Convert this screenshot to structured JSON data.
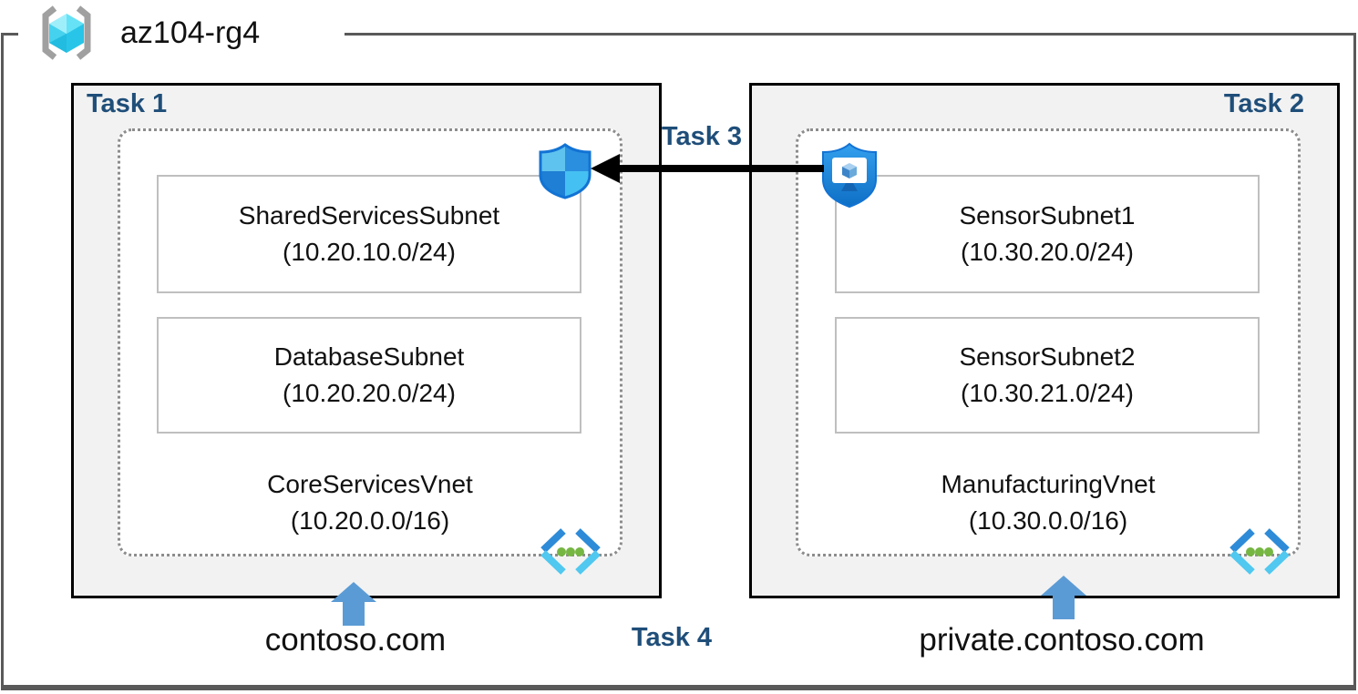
{
  "resource_group": {
    "name": "az104-rg4"
  },
  "tasks": {
    "task1": "Task 1",
    "task2": "Task 2",
    "task3": "Task 3",
    "task4": "Task 4"
  },
  "left_vnet": {
    "name": "CoreServicesVnet",
    "cidr": "(10.20.0.0/16)",
    "subnets": [
      {
        "name": "SharedServicesSubnet",
        "cidr": "(10.20.10.0/24)"
      },
      {
        "name": "DatabaseSubnet",
        "cidr": "(10.20.20.0/24)"
      }
    ],
    "domain": "contoso.com"
  },
  "right_vnet": {
    "name": "ManufacturingVnet",
    "cidr": "(10.30.0.0/16)",
    "subnets": [
      {
        "name": "SensorSubnet1",
        "cidr": "(10.30.20.0/24)"
      },
      {
        "name": "SensorSubnet2",
        "cidr": "(10.30.21.0/24)"
      }
    ],
    "domain": "private.contoso.com"
  },
  "icons": {
    "resource_group": "resource-group-icon",
    "nsg": "network-security-group-icon",
    "asg": "application-security-group-icon",
    "vnet": "virtual-network-icon",
    "dns_arrow": "up-arrow-icon",
    "task3_arrow": "left-arrow-icon"
  },
  "colors": {
    "task_label": "#1F4E79",
    "box_bg": "#F2F2F2",
    "box_border": "#000000",
    "frame_border": "#595959",
    "dashed_border": "#8C8C8C",
    "subnet_border": "#BFBFBF",
    "dns_arrow_blue": "#5B9BD5",
    "vnet_chevron_blue": "#2E8BD8",
    "vnet_chevron_cyan": "#50C8F0",
    "vnet_dot_green": "#76B643",
    "shield_blue": "#1B87E0"
  }
}
